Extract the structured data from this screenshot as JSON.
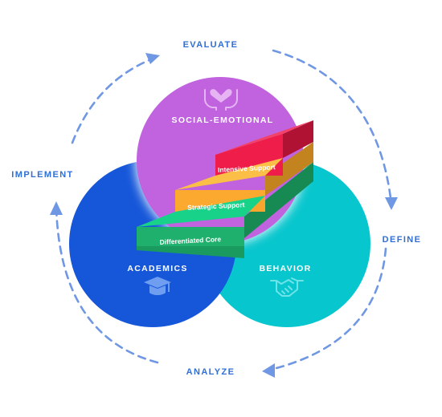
{
  "cycle": {
    "evaluate": "EVALUATE",
    "define": "DEFINE",
    "analyze": "ANALYZE",
    "implement": "IMPLEMENT"
  },
  "circles": {
    "social_emotional": "SOCIAL-EMOTIONAL",
    "academics": "ACADEMICS",
    "behavior": "BEHAVIOR"
  },
  "steps": {
    "tier1": "Differentiated Core",
    "tier2": "Strategic Support",
    "tier3": "Intensive Support"
  },
  "colors": {
    "cycle_text": "#2f6fd6",
    "arrow": "#6f97e3",
    "social_emotional": "#c163de",
    "academics": "#1657d9",
    "behavior": "#08c6cd",
    "tier1_top": "#19d28a",
    "tier1_front": "#1faa6b",
    "tier2_top": "#fdb43c",
    "tier2_front": "#e09a2a",
    "tier3_top": "#ef1d4a",
    "tier3_front": "#c9163b"
  },
  "icons": {
    "social_emotional": "hands-heart-icon",
    "academics": "graduation-cap-icon",
    "behavior": "handshake-icon"
  }
}
